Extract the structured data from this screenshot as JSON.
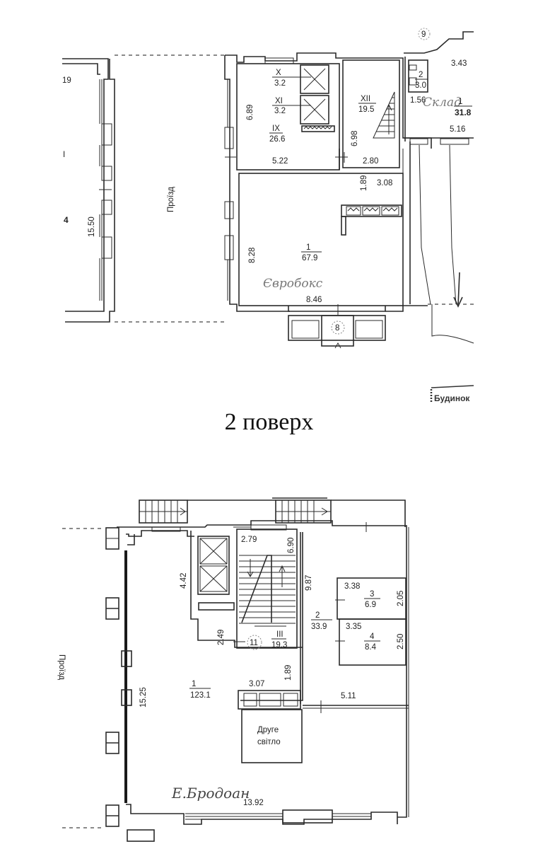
{
  "floor_title": "2 поверх",
  "plan_top": {
    "passage_label": "Проїзд",
    "left_edge_labels": [
      "19",
      "I",
      "4"
    ],
    "dimensions": {
      "left_wall": "15.50",
      "ix_height": "6.89",
      "ix_width": "5.22",
      "xii_height": "6.98",
      "xii_width": "2.80",
      "room1_height": "8.28",
      "room1_width": "8.46",
      "room1_nook_h": "1.89",
      "room1_nook_w": "3.08",
      "east_top": "3.43",
      "east_side": "1.56",
      "east_width": "5.16"
    },
    "rooms": [
      {
        "id": "X",
        "area": "3.2"
      },
      {
        "id": "XI",
        "area": "3.2"
      },
      {
        "id": "IX",
        "area": "26.6"
      },
      {
        "id": "XII",
        "area": "19.5"
      },
      {
        "id": "1",
        "area": "67.9"
      },
      {
        "id": "2",
        "area": "3.0"
      },
      {
        "id": "1",
        "area": "31.8"
      }
    ],
    "entrance_markers": [
      "8",
      "9"
    ],
    "handwritten_note": "Євробокс",
    "handwritten_note_east": "Склад",
    "stamp_text": "Будинок"
  },
  "plan_bottom": {
    "passage_label": "Проїзд",
    "dimensions": {
      "stair_width": "2.79",
      "stair_height": "6.90",
      "elevator_height": "4.42",
      "hall_height": "2.49",
      "room2_height": "9.87",
      "room3_width": "3.38",
      "room3_height": "2.05",
      "room4_width": "3.35",
      "room4_height": "2.50",
      "left_wall": "15.25",
      "nook_width": "3.07",
      "nook_height": "1.89",
      "partition_width": "5.11",
      "bottom_width": "13.92"
    },
    "rooms": [
      {
        "id": "III",
        "area": "19.3"
      },
      {
        "id": "2",
        "area": "33.9"
      },
      {
        "id": "3",
        "area": "6.9"
      },
      {
        "id": "4",
        "area": "8.4"
      },
      {
        "id": "1",
        "area": "123.1"
      }
    ],
    "entrance_marker": "11",
    "second_light_label_1": "Друге",
    "second_light_label_2": "світло",
    "handwritten_note": "Е.Бродоан"
  }
}
